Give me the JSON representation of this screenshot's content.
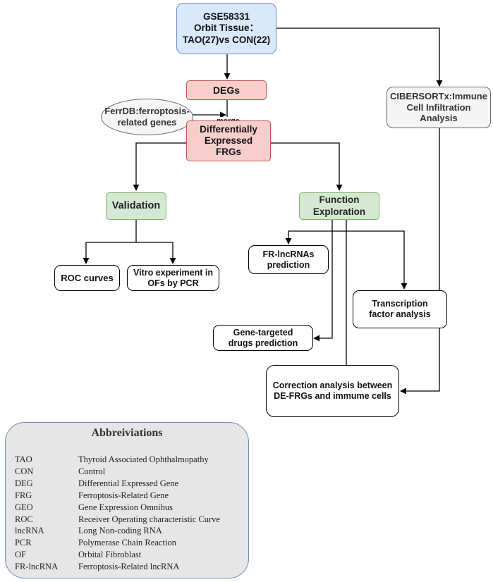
{
  "nodes": {
    "gse": [
      "GSE58331",
      "Orbit Tissue：",
      "TAO(27)vs CON(22)"
    ],
    "degs": "DEGs",
    "ferrdb": [
      "FerrDB:ferroptosis-",
      "related genes"
    ],
    "merge_label": "merge",
    "de_frgs": [
      "Differentially",
      "Expressed",
      "FRGs"
    ],
    "validation": "Validation",
    "function_exploration": [
      "Function",
      "Exploration"
    ],
    "cibersort": [
      "CIBERSORTx:Immune",
      "Cell Infiltration",
      "Analysis"
    ],
    "roc": "ROC curves",
    "vitro": [
      "Vitro experiment in",
      "OFs by PCR"
    ],
    "lncrna_pred": [
      "FR-lncRNAs",
      "prediction"
    ],
    "tf": [
      "Transcription",
      "factor analysis"
    ],
    "drugs": [
      "Gene-targeted",
      "drugs prediction"
    ],
    "correction": [
      "Correction analysis between",
      "DE-FRGs and immume cells"
    ]
  },
  "abbreviations": {
    "title": "Abbreiviations",
    "items": [
      {
        "abbr": "TAO",
        "full": "Thyroid Associated Ophthalmopathy"
      },
      {
        "abbr": "CON",
        "full": "Control"
      },
      {
        "abbr": "DEG",
        "full": "Differential Expressed Gene"
      },
      {
        "abbr": "FRG",
        "full": "Ferroptosis-Related Gene"
      },
      {
        "abbr": "GEO",
        "full": "Gene Expression Omnibus"
      },
      {
        "abbr": "ROC",
        "full": "Receiver Operating characteristic Curve"
      },
      {
        "abbr": "lncRNA",
        "full": "Long Non-coding RNA"
      },
      {
        "abbr": "PCR",
        "full": "Polymerase Chain Reaction"
      },
      {
        "abbr": "OF",
        "full": "Orbital Fibroblast"
      },
      {
        "abbr": "FR-lncRNA",
        "full": "Ferroptosis-Related lncRNA"
      }
    ]
  },
  "colors": {
    "blue_fill": "#dae8fc",
    "red_fill": "#f8cecc",
    "green_fill": "#d5e8d4",
    "grey_fill": "#f5f5f5"
  }
}
